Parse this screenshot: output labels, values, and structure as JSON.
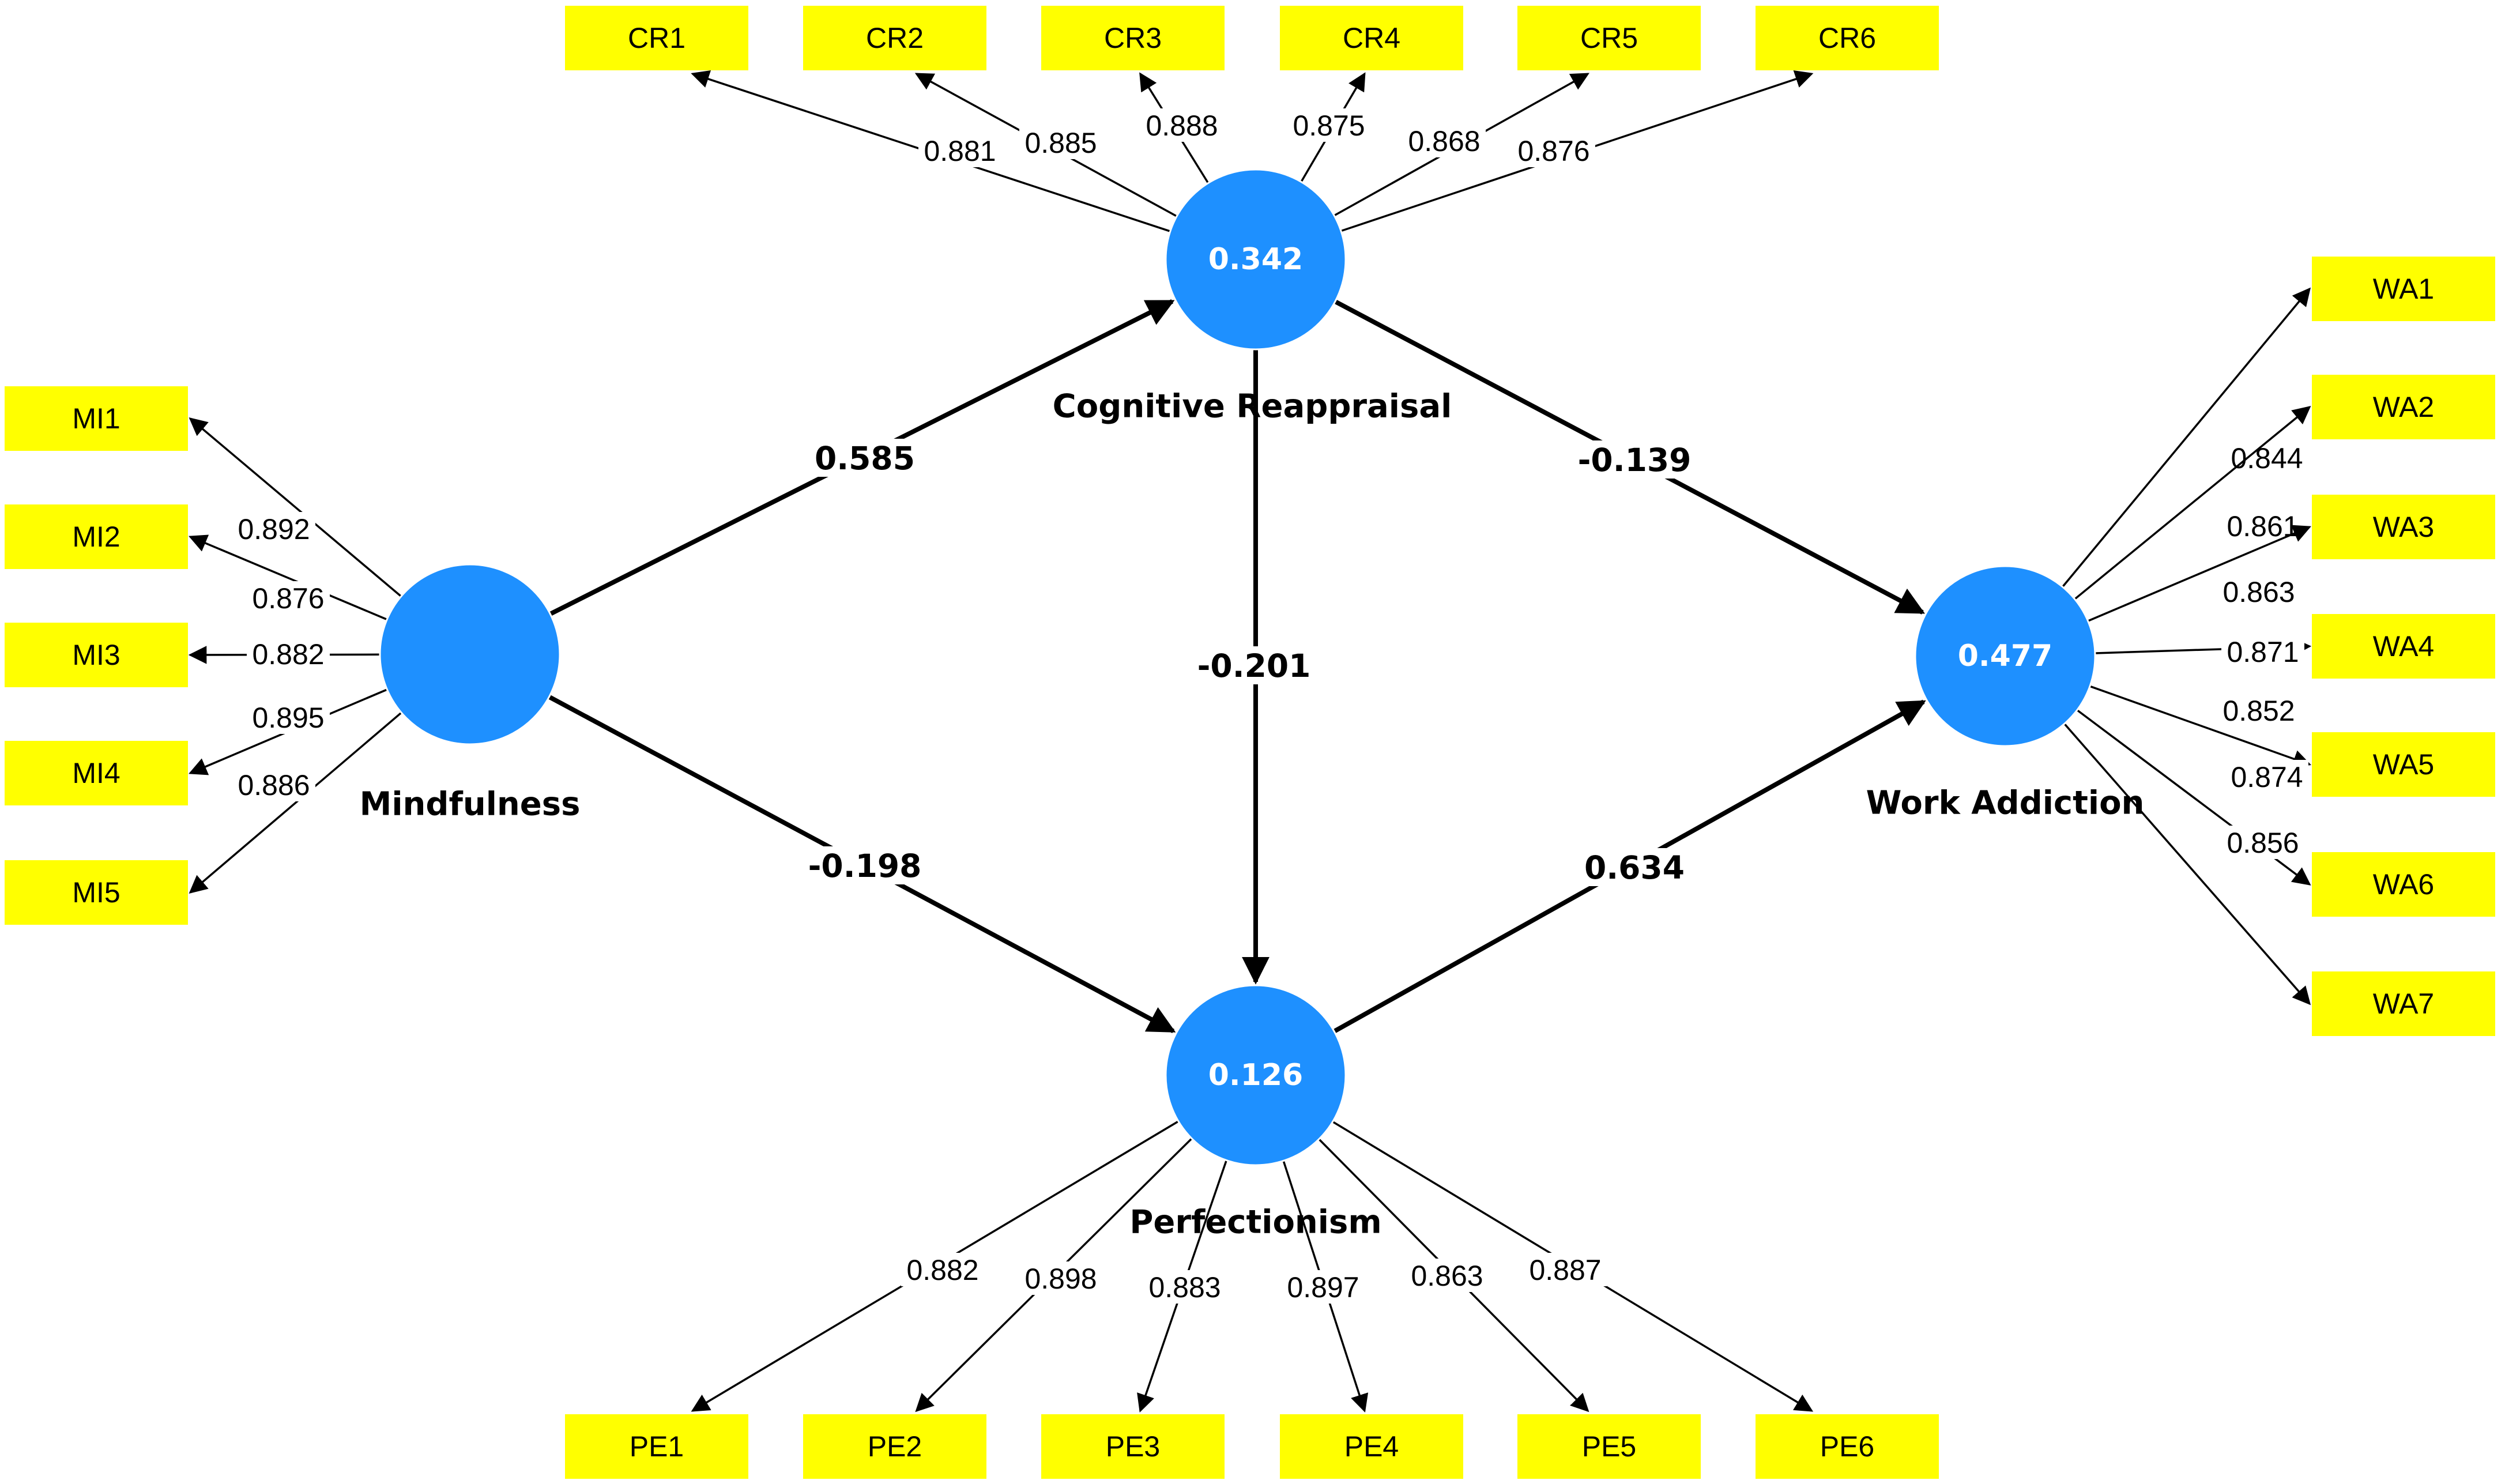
{
  "constructs": {
    "mindfulness": {
      "name": "Mindfulness",
      "r2": ""
    },
    "cognitive_reappraisal": {
      "name": "Cognitive Reappraisal",
      "r2": "0.342"
    },
    "perfectionism": {
      "name": "Perfectionism",
      "r2": "0.126"
    },
    "work_addiction": {
      "name": "Work Addiction",
      "r2": "0.477"
    }
  },
  "paths": {
    "mi_cr": "0.585",
    "mi_pe": "-0.198",
    "cr_pe": "-0.201",
    "cr_wa": "-0.139",
    "pe_wa": "0.634"
  },
  "indicators": {
    "mindfulness": [
      {
        "label": "MI1",
        "loading": "0.892"
      },
      {
        "label": "MI2",
        "loading": "0.876"
      },
      {
        "label": "MI3",
        "loading": "0.882"
      },
      {
        "label": "MI4",
        "loading": "0.895"
      },
      {
        "label": "MI5",
        "loading": "0.886"
      }
    ],
    "cognitive_reappraisal": [
      {
        "label": "CR1",
        "loading": "0.881"
      },
      {
        "label": "CR2",
        "loading": "0.885"
      },
      {
        "label": "CR3",
        "loading": "0.888"
      },
      {
        "label": "CR4",
        "loading": "0.875"
      },
      {
        "label": "CR5",
        "loading": "0.868"
      },
      {
        "label": "CR6",
        "loading": "0.876"
      }
    ],
    "perfectionism": [
      {
        "label": "PE1",
        "loading": "0.882"
      },
      {
        "label": "PE2",
        "loading": "0.898"
      },
      {
        "label": "PE3",
        "loading": "0.883"
      },
      {
        "label": "PE4",
        "loading": "0.897"
      },
      {
        "label": "PE5",
        "loading": "0.863"
      },
      {
        "label": "PE6",
        "loading": "0.887"
      }
    ],
    "work_addiction": [
      {
        "label": "WA1",
        "loading": "0.844"
      },
      {
        "label": "WA2",
        "loading": "0.861"
      },
      {
        "label": "WA3",
        "loading": "0.863"
      },
      {
        "label": "WA4",
        "loading": "0.871"
      },
      {
        "label": "WA5",
        "loading": "0.852"
      },
      {
        "label": "WA6",
        "loading": "0.874"
      },
      {
        "label": "WA7",
        "loading": "0.856"
      }
    ]
  },
  "colors": {
    "construct_fill": "#1E90FF",
    "indicator_fill": "#FFFF00",
    "line": "#000000"
  }
}
